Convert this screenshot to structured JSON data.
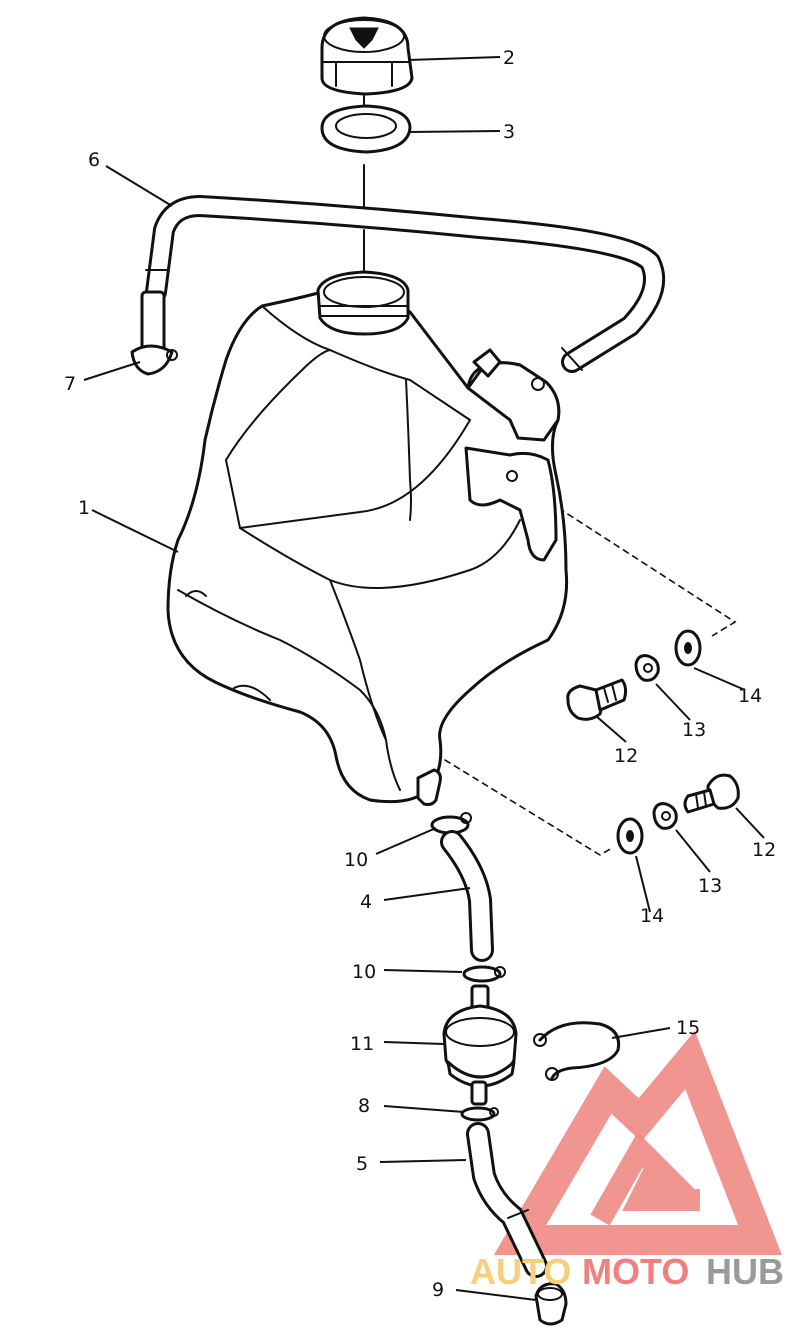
{
  "callouts": {
    "c1": "1",
    "c2": "2",
    "c3": "3",
    "c4": "4",
    "c5": "5",
    "c6": "6",
    "c7": "7",
    "c8": "8",
    "c9": "9",
    "c10a": "10",
    "c10b": "10",
    "c11": "11",
    "c12a": "12",
    "c12b": "12",
    "c13a": "13",
    "c13b": "13",
    "c14a": "14",
    "c14b": "14",
    "c15": "15"
  },
  "watermark": {
    "part1": "AUTO",
    "part2": "MOTO",
    "part3": "HUB",
    "colors": {
      "auto": "#f5cf7a",
      "moto": "#f07f7f",
      "hub": "#9a9a9a",
      "logo": "#f08a84"
    }
  }
}
